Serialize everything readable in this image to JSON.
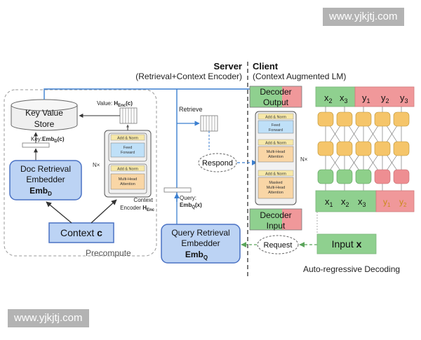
{
  "watermark": {
    "top": "www.yjkjtj.com",
    "bottom": "www.yjkjtj.com"
  },
  "server": {
    "title": "Server",
    "subtitle": "(Retrieval+Context Encoder)"
  },
  "client": {
    "title": "Client",
    "subtitle": "(Context Augmented LM)"
  },
  "precompute": {
    "label": "Precompute",
    "kv_store": [
      "Key Value",
      "Store"
    ],
    "key_label": "Key:",
    "key_emb": "Emb",
    "key_sub": "D",
    "key_arg": "(c)",
    "doc_embedder": [
      "Doc Retrieval",
      "Embedder"
    ],
    "doc_emb": "Emb",
    "doc_emb_sub": "D",
    "context_label": "Context",
    "context_var": "c",
    "value_label": "Value:",
    "value_h": "H",
    "value_sub": "Enc",
    "value_arg": "(c)",
    "encoder_label": "Context",
    "encoder_label2": "Encoder",
    "encoder_h": "H",
    "encoder_sub": "Enc",
    "nx": "N×",
    "add_norm": "Add & Norm",
    "feed_forward": [
      "Feed",
      "Forward"
    ],
    "mha": [
      "Multi-Head",
      "Attention"
    ]
  },
  "retrieve_label": "Retrieve",
  "respond_label": "Respond",
  "request_label": "Request",
  "query": {
    "label": "Query:",
    "emb": "Emb",
    "sub": "Q",
    "arg": "(x)",
    "embedder": [
      "Query Retrieval",
      "Embedder"
    ],
    "emb_name": "Emb",
    "emb_name_sub": "Q"
  },
  "decoder": {
    "output": [
      "Decoder",
      "Output"
    ],
    "input": [
      "Decoder",
      "Input"
    ],
    "nx": "N×",
    "add_norm": "Add & Norm",
    "feed_forward": [
      "Feed",
      "Forward"
    ],
    "mha": [
      "Multi-Head",
      "Attention"
    ],
    "masked_mha": [
      "Masked",
      "Multi-Head",
      "Attention"
    ]
  },
  "sequence": {
    "out_x": [
      "x",
      "x"
    ],
    "out_x_sub": [
      "2",
      "3"
    ],
    "out_y": [
      "y",
      "y",
      "y"
    ],
    "out_y_sub": [
      "1",
      "2",
      "3"
    ],
    "in_x": [
      "x",
      "x",
      "x"
    ],
    "in_x_sub": [
      "1",
      "2",
      "3"
    ],
    "in_y": [
      "y",
      "y"
    ],
    "in_y_sub": [
      "1",
      "2"
    ],
    "input_label": "Input",
    "input_var": "x",
    "caption": "Auto-regressive Decoding"
  },
  "colors": {
    "green": "#8fd08f",
    "red": "#f0989a",
    "blue_box": "#bcd3f4",
    "blue_border": "#4a72c4",
    "orange_node": "#f5c56a",
    "green_node": "#8ed08a",
    "red_node": "#ee8e92",
    "arrow_blue": "#3b7fd0",
    "arrow_green": "#5aa55a"
  }
}
